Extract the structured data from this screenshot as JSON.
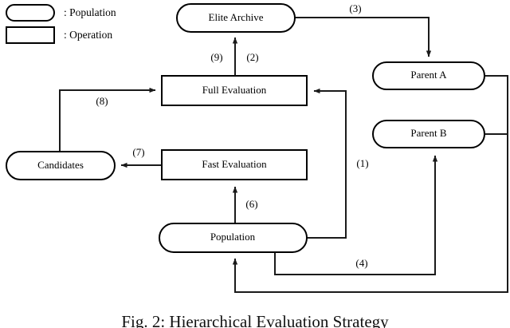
{
  "figure": {
    "caption": "Fig. 2: Hierarchical Evaluation Strategy",
    "stroke_color": "#1a1a1a",
    "fill_color": "#ffffff"
  },
  "legend": {
    "items": [
      {
        "key": "population",
        "shape": "rounded-rectangle",
        "label": ": Population"
      },
      {
        "key": "operation",
        "shape": "rectangle",
        "label": ": Operation"
      }
    ]
  },
  "nodes": [
    {
      "id": "elite-archive",
      "label": "Elite Archive",
      "type": "population"
    },
    {
      "id": "parent-a",
      "label": "Parent A",
      "type": "population"
    },
    {
      "id": "parent-b",
      "label": "Parent B",
      "type": "population"
    },
    {
      "id": "full-evaluation",
      "label": "Full Evaluation",
      "type": "operation"
    },
    {
      "id": "fast-evaluation",
      "label": "Fast Evaluation",
      "type": "operation"
    },
    {
      "id": "candidates",
      "label": "Candidates",
      "type": "population"
    },
    {
      "id": "population",
      "label": "Population",
      "type": "population"
    }
  ],
  "edges": [
    {
      "id": "e1",
      "label": "(1)",
      "from": "population",
      "to": "full-evaluation"
    },
    {
      "id": "e2",
      "label": "(2)",
      "from": "full-evaluation",
      "to": "elite-archive"
    },
    {
      "id": "e3",
      "label": "(3)",
      "from": "elite-archive",
      "to": "parent-a"
    },
    {
      "id": "e4",
      "label": "(4)",
      "from": "population",
      "to": "parent-b"
    },
    {
      "id": "e5",
      "label": "",
      "from": "parent-a-parent-b",
      "to": "population"
    },
    {
      "id": "e6",
      "label": "(6)",
      "from": "population",
      "to": "fast-evaluation"
    },
    {
      "id": "e7",
      "label": "(7)",
      "from": "fast-evaluation",
      "to": "candidates"
    },
    {
      "id": "e8",
      "label": "(8)",
      "from": "candidates",
      "to": "full-evaluation"
    },
    {
      "id": "e9",
      "label": "(9)",
      "from": "full-evaluation",
      "to": "elite-archive"
    }
  ]
}
